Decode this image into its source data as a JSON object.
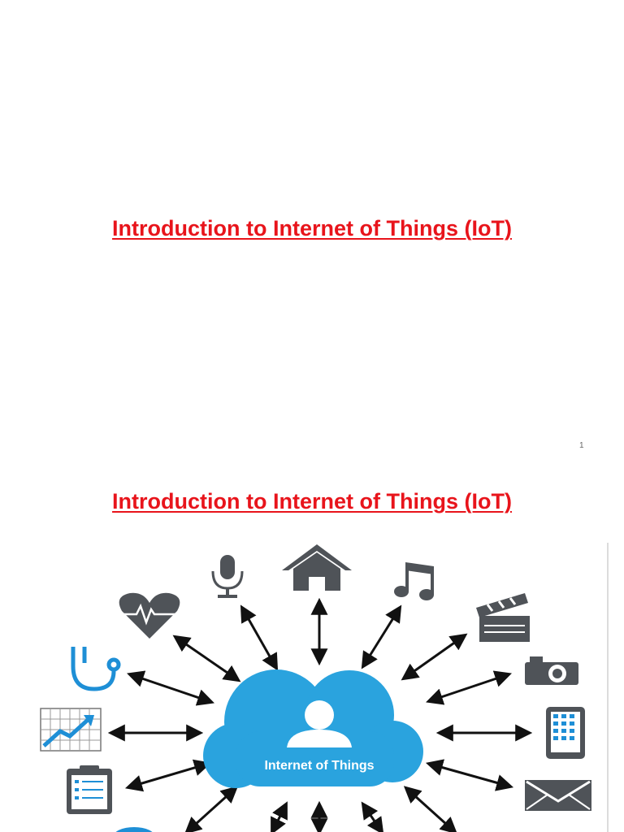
{
  "slide1": {
    "title": "Introduction to Internet of Things (IoT)",
    "page_number": "1"
  },
  "slide2": {
    "title": "Introduction to Internet of Things (IoT)",
    "diagram": {
      "center_label": "Internet of Things",
      "colors": {
        "cloud": "#2aa3de",
        "icon": "#4f5358",
        "arrow": "#111111",
        "accent": "#1e8fd6"
      },
      "icons": [
        "microphone-icon",
        "house-icon",
        "music-note-icon",
        "heart-rate-icon",
        "clapperboard-icon",
        "stethoscope-icon",
        "camera-icon",
        "chart-icon",
        "tablet-icon",
        "clipboard-icon",
        "envelope-icon"
      ]
    }
  }
}
